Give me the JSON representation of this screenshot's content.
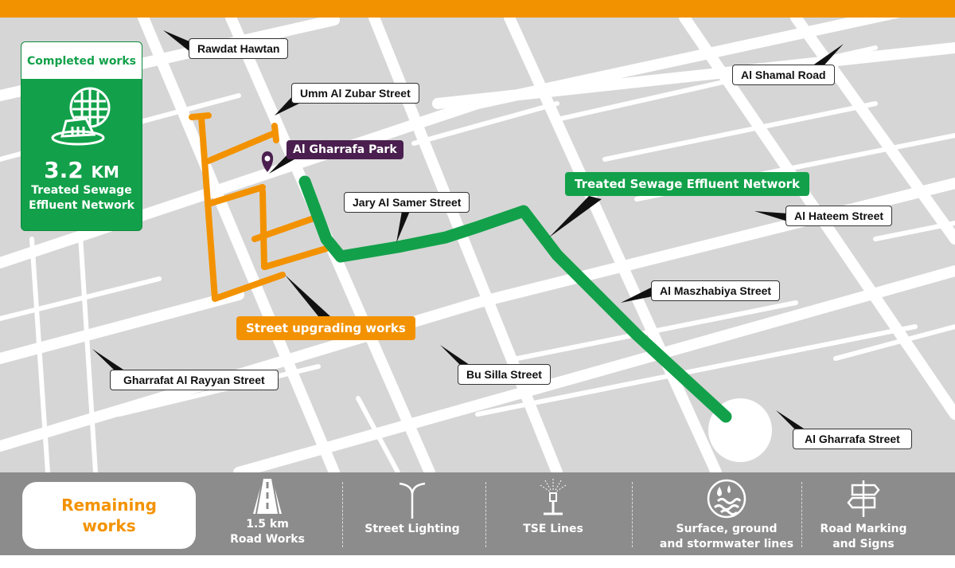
{
  "card": {
    "header": "Completed works",
    "value": "3.2",
    "unit": "KM",
    "line1": "Treated Sewage",
    "line2": "Effluent Network",
    "icon": "manhole-grid-icon"
  },
  "labels": {
    "rawdat_hawtan": "Rawdat Hawtan",
    "umm_al_zubar": "Umm Al Zubar Street",
    "al_gharrafa_park": "Al Gharrafa Park",
    "jary_al_samer": "Jary Al Samer Street",
    "tse_network": "Treated Sewage Effluent Network",
    "al_shamal": "Al Shamal Road",
    "al_hateem": "Al Hateem Street",
    "al_maszhabiya": "Al Maszhabiya Street",
    "street_upgrading": "Street upgrading works",
    "bu_silla": "Bu Silla Street",
    "gharrafat_al_rayyan": "Gharrafat Al Rayyan Street",
    "al_gharrafa_street": "Al Gharrafa Street"
  },
  "remaining": {
    "title1": "Remaining",
    "title2": "works",
    "items": [
      {
        "l1": "1.5 km",
        "l2": "Road Works",
        "icon": "road-icon"
      },
      {
        "l1": "Street Lighting",
        "icon": "street-lamp-icon"
      },
      {
        "l1": "TSE Lines",
        "icon": "sprinkler-icon"
      },
      {
        "l1": "Surface, ground",
        "l2": "and stormwater lines",
        "icon": "water-drops-icon"
      },
      {
        "l1": "Road Marking",
        "l2": "and Signs",
        "icon": "signpost-icon"
      }
    ]
  },
  "colors": {
    "orange": "#f39200",
    "green": "#12a14a",
    "purple": "#4a1f4f",
    "map_bg": "#d6d6d6",
    "bar": "#8c8c8c"
  }
}
